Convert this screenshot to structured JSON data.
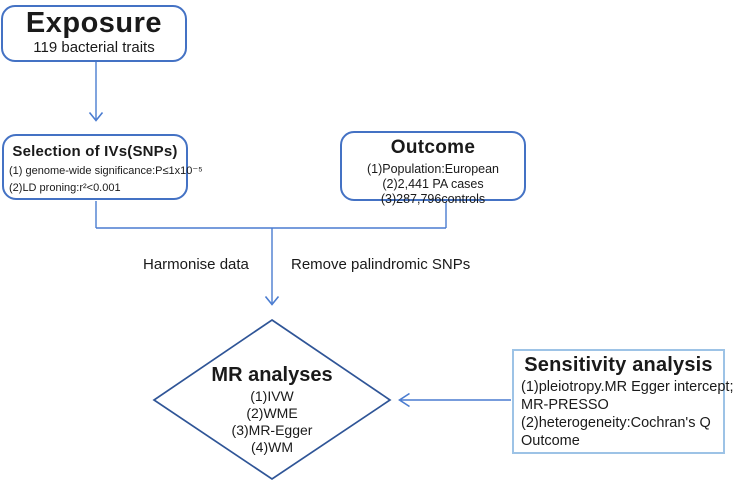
{
  "colors": {
    "box-border": "#4472c4",
    "diamond-border": "#2f5597",
    "sensitivity-border": "#9dc3e6",
    "arrow": "#4a7cd0"
  },
  "exposure": {
    "title": "Exposure",
    "subtitle": "119 bacterial traits"
  },
  "selection": {
    "title": "Selection of IVs(SNPs)",
    "lines": [
      "(1) genome-wide significance:P≤1x10⁻⁵",
      "(2)LD proning:r²<0.001"
    ]
  },
  "outcome": {
    "title": "Outcome",
    "lines": [
      "(1)Population:European",
      "(2)2,441 PA cases",
      "(3)287,796controls"
    ]
  },
  "merge_labels": {
    "left": "Harmonise data",
    "right": "Remove palindromic SNPs"
  },
  "mr_analyses": {
    "title": "MR analyses",
    "lines": [
      "(1)IVW",
      "(2)WME",
      "(3)MR-Egger",
      "(4)WM"
    ]
  },
  "sensitivity": {
    "title": "Sensitivity analysis",
    "lines": [
      "(1)pleiotropy.MR Egger intercept;",
      "MR-PRESSO",
      "(2)heterogeneity:Cochran's Q",
      "Outcome"
    ]
  }
}
